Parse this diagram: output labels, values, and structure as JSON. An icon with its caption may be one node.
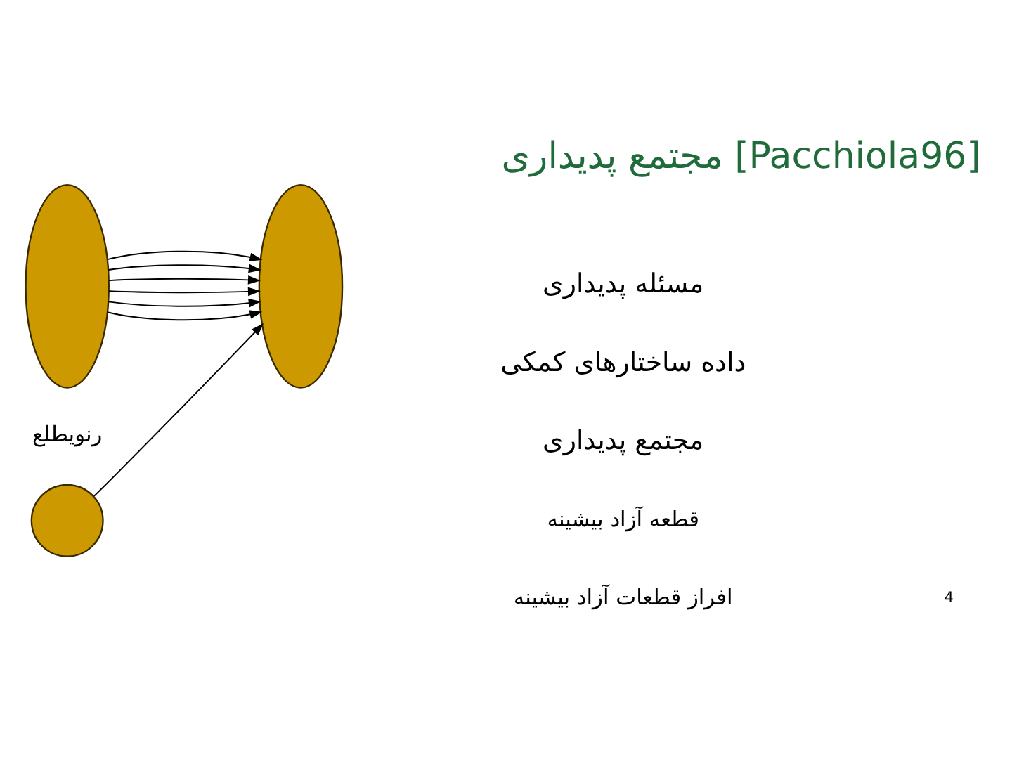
{
  "diagram": {
    "title": "مجتمع پدیداری [Pacchiola96]",
    "nodes": [
      {
        "text": [],
        "shape": "ellipse"
      },
      {
        "text": [],
        "shape": "circle"
      },
      {
        "text": [],
        "shape": "ellipse"
      }
    ],
    "edges": [
      {
        "from": 0,
        "to": 2,
        "arrow": "to"
      },
      {
        "from": 0,
        "to": 2,
        "arrow": "to"
      },
      {
        "from": 1,
        "to": 2,
        "arrow": "to"
      },
      {
        "from": 0,
        "to": 2,
        "arrow": "to"
      },
      {
        "from": 0,
        "to": 2,
        "arrow": "to"
      },
      {
        "from": 0,
        "to": 2,
        "arrow": "to"
      },
      {
        "from": 0,
        "to": 2,
        "arrow": "to"
      }
    ],
    "labels": [
      "مسئله پدیداری",
      "داده ساختارهای کمکی",
      "مجتمع پدیداری",
      "قطعه آزاد بیشینه",
      "افراز قطعات آزاد بیشینه",
      "رنویطلع",
      "4"
    ]
  }
}
